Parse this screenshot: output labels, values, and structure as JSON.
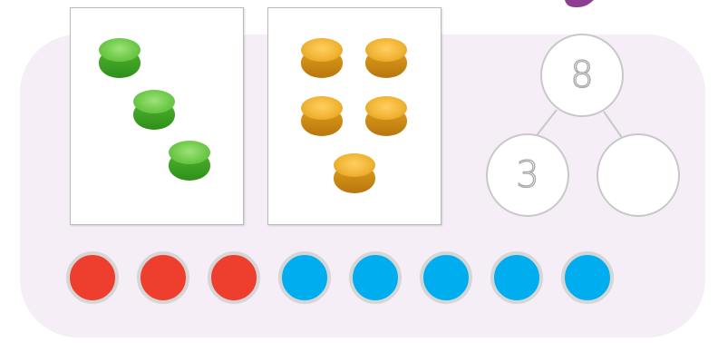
{
  "colors": {
    "panel": "#f5eef6",
    "tag": "#8e3d93",
    "counter_red": "#ee3e2e",
    "counter_blue": "#00aeef",
    "chip_green": "#6fca4a",
    "chip_gold": "#f1b535"
  },
  "group_a": {
    "count": 3,
    "counter_color": "green"
  },
  "group_b": {
    "count": 5,
    "counter_color": "gold"
  },
  "number_bond": {
    "whole": "8",
    "part_a": "3",
    "part_b": ""
  },
  "ten_frame_row": [
    "red",
    "red",
    "red",
    "blue",
    "blue",
    "blue",
    "blue",
    "blue"
  ]
}
